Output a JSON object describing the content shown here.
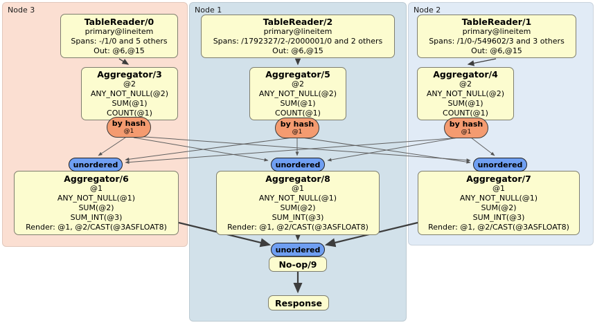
{
  "regions": {
    "node3": {
      "label": "Node 3"
    },
    "node1": {
      "label": "Node 1"
    },
    "node2": {
      "label": "Node 2"
    }
  },
  "processors": {
    "tr0": {
      "title": "TableReader/0",
      "lines": [
        "primary@lineitem",
        "Spans: -/1/0 and 5 others",
        "Out: @6,@15"
      ]
    },
    "tr2": {
      "title": "TableReader/2",
      "lines": [
        "primary@lineitem",
        "Spans: /1792327/2-/2000001/0 and 2 others",
        "Out: @6,@15"
      ]
    },
    "tr1": {
      "title": "TableReader/1",
      "lines": [
        "primary@lineitem",
        "Spans: /1/0-/549602/3 and 3 others",
        "Out: @6,@15"
      ]
    },
    "agg3": {
      "title": "Aggregator/3",
      "lines": [
        "@2",
        "ANY_NOT_NULL(@2)",
        "SUM(@1)",
        "COUNT(@1)"
      ]
    },
    "agg5": {
      "title": "Aggregator/5",
      "lines": [
        "@2",
        "ANY_NOT_NULL(@2)",
        "SUM(@1)",
        "COUNT(@1)"
      ]
    },
    "agg4": {
      "title": "Aggregator/4",
      "lines": [
        "@2",
        "ANY_NOT_NULL(@2)",
        "SUM(@1)",
        "COUNT(@1)"
      ]
    },
    "agg6": {
      "title": "Aggregator/6",
      "lines": [
        "@1",
        "ANY_NOT_NULL(@1)",
        "SUM(@2)",
        "SUM_INT(@3)",
        "Render: @1, @2/CAST(@3ASFLOAT8)"
      ]
    },
    "agg8": {
      "title": "Aggregator/8",
      "lines": [
        "@1",
        "ANY_NOT_NULL(@1)",
        "SUM(@2)",
        "SUM_INT(@3)",
        "Render: @1, @2/CAST(@3ASFLOAT8)"
      ]
    },
    "agg7": {
      "title": "Aggregator/7",
      "lines": [
        "@1",
        "ANY_NOT_NULL(@1)",
        "SUM(@2)",
        "SUM_INT(@3)",
        "Render: @1, @2/CAST(@3ASFLOAT8)"
      ]
    },
    "noop9": {
      "title": "No-op/9"
    },
    "response": {
      "title": "Response"
    }
  },
  "router": {
    "label": "by hash",
    "tag": "@1"
  },
  "stream": {
    "label": "unordered"
  },
  "colors": {
    "node3_bg": "#fbdfd2",
    "node1_bg": "#d2e1ea",
    "node2_bg": "#e1ebf6",
    "box_fill": "#fcfccf",
    "router_fill": "#f49b70",
    "stream_fill": "#6f9ff2",
    "edge": "#3d3d3d"
  }
}
